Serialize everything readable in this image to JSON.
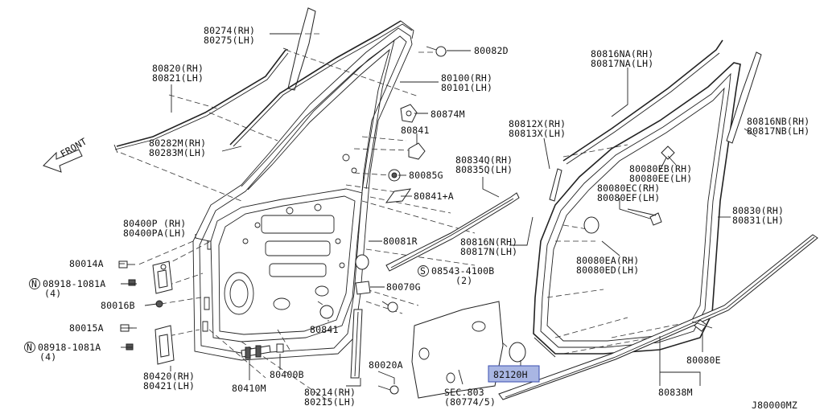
{
  "labels": {
    "p80274": "80274(RH)",
    "p80275": "80275(LH)",
    "p80820": "80820(RH)",
    "p80821": "80821(LH)",
    "p80282": "80282M(RH)",
    "p80283": "80283M(LH)",
    "front": "FRONT",
    "p80082d": "80082D",
    "p80100": "80100(RH)",
    "p80101": "80101(LH)",
    "p80874": "80874M",
    "p80841a": "80841",
    "p80085": "80085G",
    "p80841plus": "80841+A",
    "p80400p": "80400P (RH)",
    "p80400pa": "80400PA(LH)",
    "p80014": "80014A",
    "p08918a": "08918-1081A",
    "p08918a_qty": "(4)",
    "p80016": "80016B",
    "p80015": "80015A",
    "p08918b": "08918-1081A",
    "p08918b_qty": "(4)",
    "p80420": "80420(RH)",
    "p80421": "80421(LH)",
    "p80410": "80410M",
    "p80400b": "80400B",
    "p80841b": "80841",
    "p80081r": "80081R",
    "p80070": "80070G",
    "p08543": "08543-4100B",
    "p08543_qty": "(2)",
    "p80214": "80214(RH)",
    "p80215": "80215(LH)",
    "p80020": "80020A",
    "sec803": "SEC.803",
    "sec803ref": "(80774/5)",
    "p82120": "82120H",
    "p80834": "80834Q(RH)",
    "p80835": "80835Q(LH)",
    "p80812": "80812X(RH)",
    "p80813": "80813X(LH)",
    "p80816n": "80816N(RH)",
    "p80817n": "80817N(LH)",
    "p80816na": "80816NA(RH)",
    "p80817na": "80817NA(LH)",
    "p80816nb": "80816NB(RH)",
    "p80817nb": "80817NB(LH)",
    "p80080eb": "80080EB(RH)",
    "p80080ee": "80080EE(LH)",
    "p80080ec": "80080EC(RH)",
    "p80080ef": "80080EF(LH)",
    "p80830": "80830(RH)",
    "p80831": "80831(LH)",
    "p80080ea": "80080EA(RH)",
    "p80080ed": "80080ED(LH)",
    "p80080e": "80080E",
    "p80838": "80838M",
    "diagram_code": "J80000MZ"
  },
  "symbols": {
    "nut_symbol": "N",
    "screw_symbol": "S"
  },
  "colors": {
    "highlight_fill": "#a9b6e3",
    "highlight_stroke": "#3a4fb0",
    "line": "#222222"
  }
}
